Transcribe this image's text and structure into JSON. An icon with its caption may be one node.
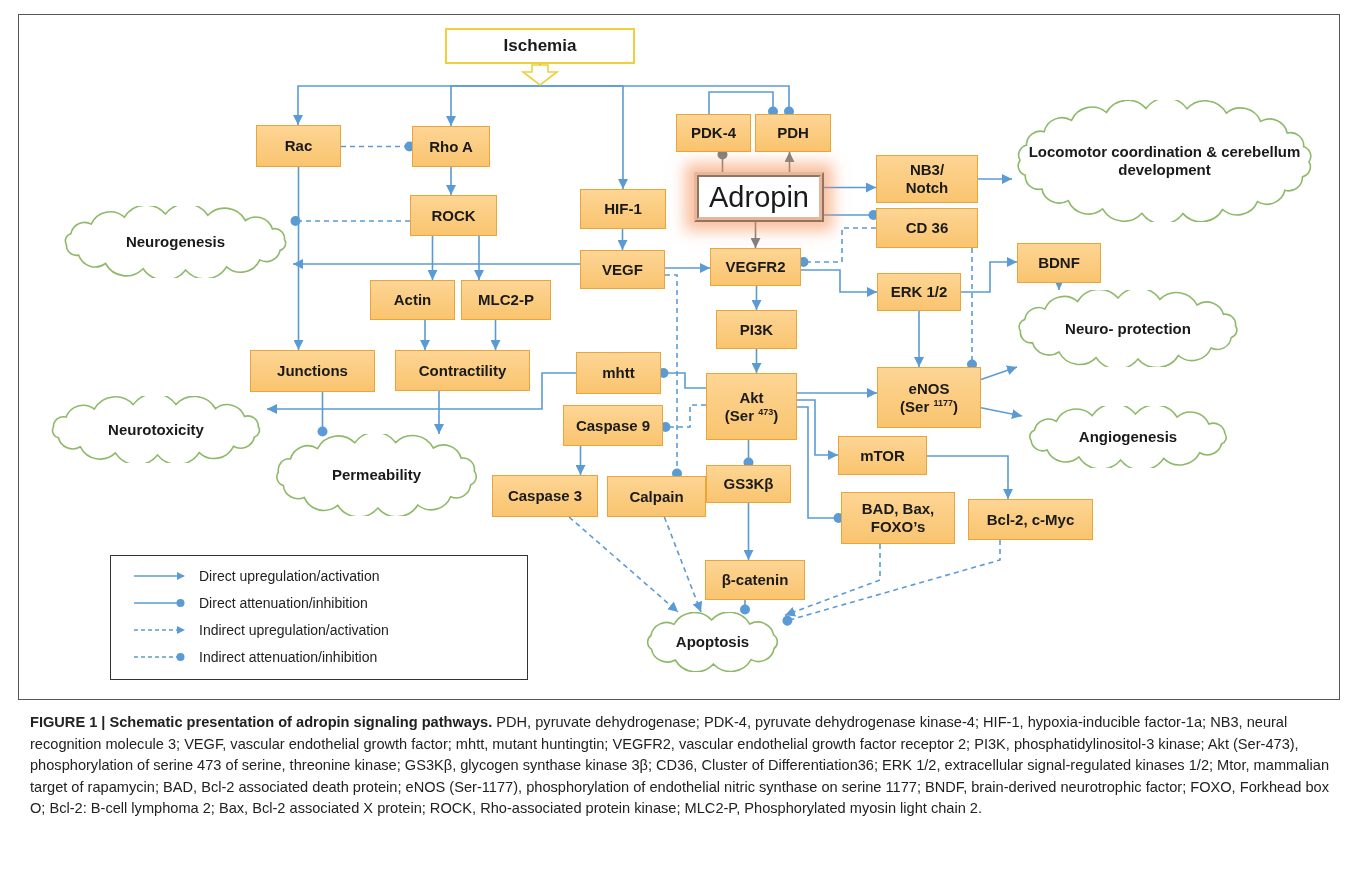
{
  "diagram": {
    "caption": "**FIGURE 1 | Schematic presentation of adropin signaling pathways.** PDH, pyruvate dehydrogenase; PDK-4, pyruvate dehydrogenase kinase-4; HIF-1, hypoxia-inducible factor-1a; NB3, neural recognition molecule 3; VEGF, vascular endothelial growth factor; mhtt, mutant huntingtin; VEGFR2, vascular endothelial growth factor receptor 2; PI3K, phosphatidylinositol-3 kinase; Akt (Ser-473), phosphorylation of serine 473 of serine, threonine kinase; GS3Kβ, glycogen synthase kinase 3β; CD36, Cluster of Differentiation36; ERK 1/2, extracellular signal-regulated kinases 1/2; Mtor, mammalian target of rapamycin; BAD, Bcl-2 associated death protein; eNOS (Ser-1177), phosphorylation of endothelial nitric synthase on serine 1177; BNDF, brain-derived neurotrophic factor; FOXO, Forkhead box O; Bcl-2: B-cell lymphoma 2; Bax, Bcl-2 associated X protein; ROCK, Rho-associated protein kinase; MLC2-P, Phosphorylated myosin light chain 2.",
    "nodes": [
      {
        "text": [
          "Ischemia"
        ]
      },
      {
        "text": [
          "Rac"
        ]
      },
      {
        "text": [
          "Rho A"
        ]
      },
      {
        "text": [
          "ROCK"
        ]
      },
      {
        "text": [
          "Neurogenesis"
        ]
      },
      {
        "text": [
          "HIF-1"
        ]
      },
      {
        "text": [
          "VEGF"
        ]
      },
      {
        "text": [
          "PDK-4"
        ]
      },
      {
        "text": [
          "PDH"
        ]
      },
      {
        "text": [
          "Adropin"
        ]
      },
      {
        "text": [
          "NB3/ Notch"
        ]
      },
      {
        "text": [
          "Locomotor coordination & cerebellum development"
        ]
      },
      {
        "text": [
          "CD 36"
        ]
      },
      {
        "text": [
          "VEGFR2"
        ]
      },
      {
        "text": [
          "Actin"
        ]
      },
      {
        "text": [
          "MLC2-P"
        ]
      },
      {
        "text": [
          "ERK 1/2"
        ]
      },
      {
        "text": [
          "BDNF"
        ]
      },
      {
        "text": [
          "PI3K"
        ]
      },
      {
        "text": [
          "Neuro- protection"
        ]
      },
      {
        "text": [
          "Junctions"
        ]
      },
      {
        "text": [
          "Contractility"
        ]
      },
      {
        "text": [
          "mhtt"
        ]
      },
      {
        "text": [
          "Akt (Ser $^{473}$)"
        ]
      },
      {
        "text": [
          "eNOS (Ser $^{1177}$)"
        ]
      },
      {
        "text": [
          "Neurotoxicity"
        ]
      },
      {
        "text": [
          "Caspase 9"
        ]
      },
      {
        "text": [
          "Angiogenesis"
        ]
      },
      {
        "text": [
          "Permeability"
        ]
      },
      {
        "text": [
          "Caspase 3"
        ]
      },
      {
        "text": [
          "Calpain"
        ]
      },
      {
        "text": [
          "GS3Kβ"
        ]
      },
      {
        "text": [
          "mTOR"
        ]
      },
      {
        "text": [
          "BAD, Bax, FOXO’s"
        ]
      },
      {
        "text": [
          "Bcl-2, c-Myc"
        ]
      },
      {
        "text": [
          "β-catenin"
        ]
      },
      {
        "text": [
          "Apoptosis"
        ]
      }
    ],
    "edges": [
      {
        "from": 0,
        "to": 1,
        "arrow": "to"
      },
      {
        "from": 0,
        "to": 2,
        "arrow": "to"
      },
      {
        "from": 0,
        "to": 5,
        "arrow": "to"
      },
      {
        "from": 0,
        "to": 8,
        "arrow": "other"
      },
      {
        "from": 7,
        "to": 8,
        "arrow": "other"
      },
      {
        "from": 1,
        "to": 2,
        "arrow": "other",
        "style": "dashed"
      },
      {
        "from": 2,
        "to": 3,
        "arrow": "to"
      },
      {
        "from": 3,
        "to": 4,
        "arrow": "other",
        "style": "dashed"
      },
      {
        "from": 6,
        "to": 4,
        "arrow": "to"
      },
      {
        "from": 3,
        "to": 14,
        "arrow": "to"
      },
      {
        "from": 3,
        "to": 15,
        "arrow": "to"
      },
      {
        "from": 5,
        "to": 6,
        "arrow": "to"
      },
      {
        "from": 6,
        "to": 13,
        "arrow": "to"
      },
      {
        "from": 6,
        "to": 30,
        "arrow": "other",
        "style": "dashed"
      },
      {
        "from": 9,
        "to": 7,
        "arrow": "other",
        "color": "#7f7f7f"
      },
      {
        "from": 9,
        "to": 8,
        "arrow": "to",
        "color": "#7f7f7f"
      },
      {
        "from": 9,
        "to": 10,
        "arrow": "to"
      },
      {
        "from": 9,
        "to": 12,
        "arrow": "other"
      },
      {
        "from": 9,
        "to": 13,
        "arrow": "to",
        "color": "#7f7f7f"
      },
      {
        "from": 10,
        "to": 11,
        "arrow": "to"
      },
      {
        "from": 12,
        "to": 13,
        "arrow": "other",
        "style": "dashed"
      },
      {
        "from": 12,
        "to": 24,
        "arrow": "other",
        "style": "dashed"
      },
      {
        "from": 13,
        "to": 16,
        "arrow": "to"
      },
      {
        "from": 13,
        "to": 18,
        "arrow": "to"
      },
      {
        "from": 16,
        "to": 17,
        "arrow": "to"
      },
      {
        "from": 16,
        "to": 24,
        "arrow": "to"
      },
      {
        "from": 17,
        "to": 19,
        "arrow": "to"
      },
      {
        "from": 18,
        "to": 23,
        "arrow": "to"
      },
      {
        "from": 1,
        "to": 20,
        "arrow": "to"
      },
      {
        "from": 14,
        "to": 21,
        "arrow": "to"
      },
      {
        "from": 15,
        "to": 21,
        "arrow": "to"
      },
      {
        "from": 20,
        "to": 28,
        "arrow": "other"
      },
      {
        "from": 21,
        "to": 28,
        "arrow": "to"
      },
      {
        "from": 22,
        "to": 25,
        "arrow": "to"
      },
      {
        "from": 23,
        "to": 22,
        "arrow": "other"
      },
      {
        "from": 23,
        "to": 26,
        "arrow": "other",
        "style": "dashed"
      },
      {
        "from": 23,
        "to": 24,
        "arrow": "to"
      },
      {
        "from": 23,
        "to": 32,
        "arrow": "to"
      },
      {
        "from": 23,
        "to": 33,
        "arrow": "other"
      },
      {
        "from": 23,
        "to": 31,
        "arrow": "other"
      },
      {
        "from": 26,
        "to": 29,
        "arrow": "to"
      },
      {
        "from": 31,
        "to": 35,
        "arrow": "to"
      },
      {
        "from": 32,
        "to": 34,
        "arrow": "to"
      },
      {
        "from": 24,
        "to": 19,
        "arrow": "to"
      },
      {
        "from": 24,
        "to": 27,
        "arrow": "to"
      },
      {
        "from": 29,
        "to": 36,
        "arrow": "to",
        "style": "dashed"
      },
      {
        "from": 30,
        "to": 36,
        "arrow": "to",
        "style": "dashed"
      },
      {
        "from": 35,
        "to": 36,
        "arrow": "other"
      },
      {
        "from": 33,
        "to": 36,
        "arrow": "to",
        "style": "dashed"
      },
      {
        "from": 34,
        "to": 36,
        "arrow": "other",
        "style": "dashed"
      }
    ],
    "legend": [
      {
        "text": "Direct upregulation/activation"
      },
      {
        "text": "Direct attenuation/inhibition"
      },
      {
        "text": "Indirect upregulation/activation"
      },
      {
        "text": "Indirect attenuation/inhibition"
      }
    ]
  }
}
